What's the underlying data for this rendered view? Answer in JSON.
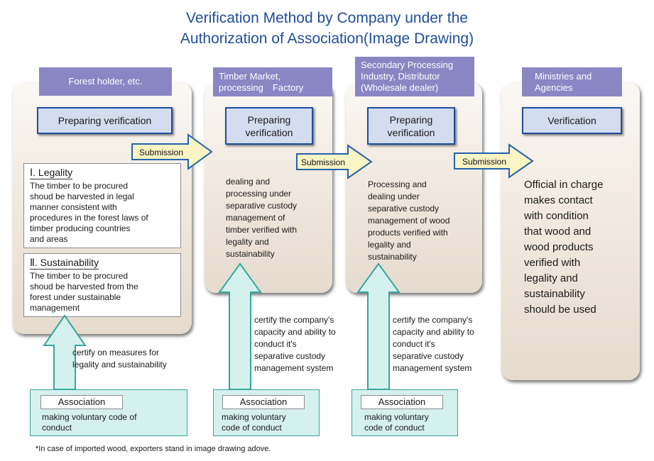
{
  "title": {
    "line1": "Verification Method by Company under the",
    "line2": "Authorization of Association(Image Drawing)"
  },
  "columns": [
    {
      "header": "Forest holder, etc.",
      "prep": "Preparing verification"
    },
    {
      "header_line1": "Timber Market,",
      "header_line2": "processing　Factory",
      "prep_line1": "Preparing",
      "prep_line2": "verification",
      "body": [
        "dealing and",
        "processing under",
        "separative custody",
        "management of",
        "timber verified with",
        "legality and",
        "sustainability"
      ]
    },
    {
      "header_line1": "Secondary Processing",
      "header_line2": "Industry, Distributor",
      "header_line3": "(Wholesale dealer)",
      "prep_line1": "Preparing",
      "prep_line2": "verification",
      "body": [
        "Processing and",
        "dealing under",
        "separative custody",
        "management of wood",
        "products verified with",
        "legality and",
        "sustainability"
      ]
    },
    {
      "header_line1": "Ministries and",
      "header_line2": "Agencies",
      "prep": "Verification",
      "body": [
        "Official in charge",
        "makes contact",
        "with condition",
        "that wood and",
        "wood products",
        "verified with",
        "legality and",
        "sustainability",
        "should be used"
      ]
    }
  ],
  "criteria": {
    "legality": {
      "title": "Ⅰ. Legality",
      "lines": [
        "The timber to be procured",
        "shoud be harvested in legal",
        "manner consistent  with",
        "procedures in the forest laws of",
        "timber producing countries",
        "and areas"
      ]
    },
    "sustainability": {
      "title": "Ⅱ. Sustainability",
      "lines": [
        "The timber to be procured",
        "shoud be harvested from the",
        "forest under sustainable",
        "management"
      ]
    }
  },
  "submission_label": "Submission",
  "certify": {
    "first": [
      "certify on measures for",
      "legality and sustainability"
    ],
    "custody": [
      "certify the company's",
      "capacity and ability to",
      "conduct it's",
      "separative custody",
      "management system"
    ]
  },
  "association": {
    "name": "Association",
    "desc1": [
      "making voluntary code of",
      "conduct"
    ],
    "desc2": [
      "making voluntary",
      "code of conduct"
    ]
  },
  "footnote": "*In case of  imported wood,  exporters stand in image drawing adove.",
  "colors": {
    "title": "#1f4e9c",
    "header_tab": "#8a86c4",
    "prep_fill": "#d4dcef",
    "prep_border": "#1c4fa0",
    "arrow_fill": "#fbf4c4",
    "arrow_stroke": "#2462ad",
    "association_fill": "#d5f1ee",
    "association_border": "#35a69c"
  }
}
